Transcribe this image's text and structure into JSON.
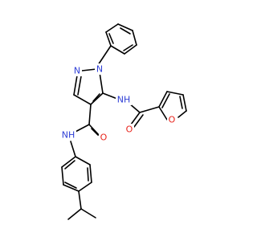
{
  "colors": {
    "background": "#ffffff",
    "bond": "#000000",
    "nitrogen": "#2f3fd6",
    "oxygen": "#e8231b"
  },
  "atom_labels": {
    "pyrazole_n2": "N",
    "pyrazole_n1": "N",
    "amide_nh_right": "NH",
    "amide_o_right": "O",
    "furan_o": "O",
    "amide_o_left": "O",
    "amide_nh_left": "NH"
  }
}
